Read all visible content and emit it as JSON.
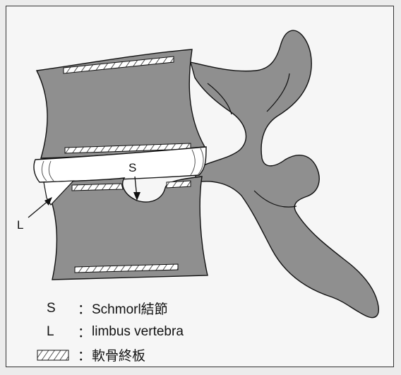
{
  "labels": {
    "s": "S",
    "l": "L"
  },
  "legend": {
    "items": [
      {
        "key": "S",
        "separator": "：",
        "text": "Schmorl結節"
      },
      {
        "key": "L",
        "separator": "：",
        "text": "limbus vertebra"
      },
      {
        "key": "",
        "separator": "：",
        "text": "軟骨終板"
      }
    ]
  },
  "colors": {
    "bone_fill": "#8f8f8f",
    "disc_fill": "#ffffff",
    "outline": "#111111",
    "frame_fill": "#f6f6f6"
  }
}
